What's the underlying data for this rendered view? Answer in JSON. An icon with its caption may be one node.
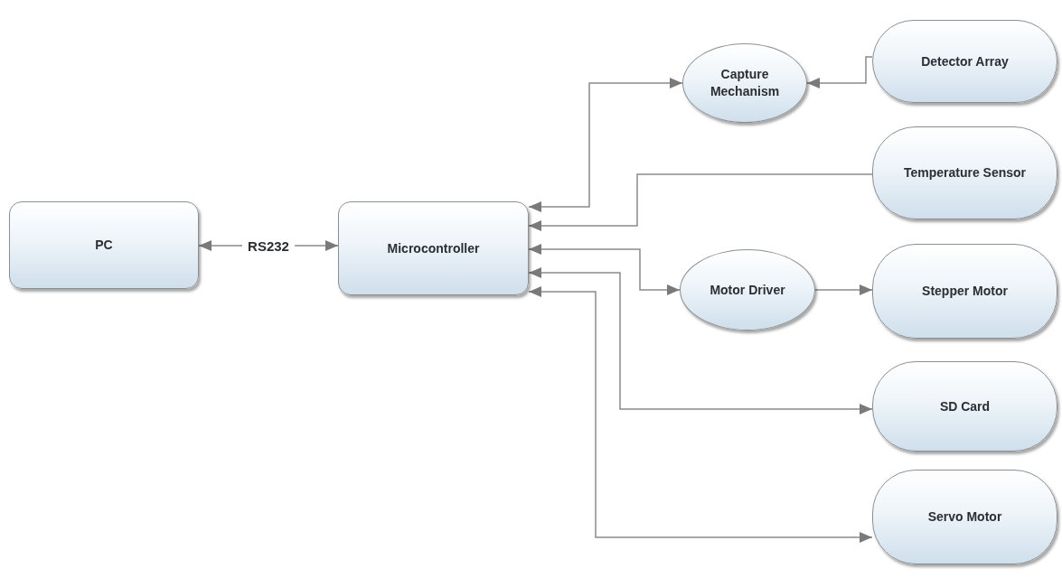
{
  "diagram": {
    "nodes": [
      {
        "text": [
          "PC"
        ]
      },
      {
        "text": [
          "Microcontroller"
        ]
      },
      {
        "text": [
          "Capture Mechanism"
        ]
      },
      {
        "text": [
          "Detector Array"
        ]
      },
      {
        "text": [
          "Temperature Sensor"
        ]
      },
      {
        "text": [
          "Motor Driver"
        ]
      },
      {
        "text": [
          "Stepper Motor"
        ]
      },
      {
        "text": [
          "SD Card"
        ]
      },
      {
        "text": [
          "Servo Motor"
        ]
      }
    ],
    "edges": [
      {
        "from": 0,
        "to": 1,
        "arrow": "both",
        "label": "RS232"
      },
      {
        "from": 1,
        "to": 2,
        "arrow": "both"
      },
      {
        "from": 3,
        "to": 2,
        "arrow": "to"
      },
      {
        "from": 4,
        "to": 1,
        "arrow": "to"
      },
      {
        "from": 1,
        "to": 5,
        "arrow": "both"
      },
      {
        "from": 5,
        "to": 6,
        "arrow": "to"
      },
      {
        "from": 1,
        "to": 7,
        "arrow": "both"
      },
      {
        "from": 1,
        "to": 8,
        "arrow": "both"
      }
    ]
  }
}
